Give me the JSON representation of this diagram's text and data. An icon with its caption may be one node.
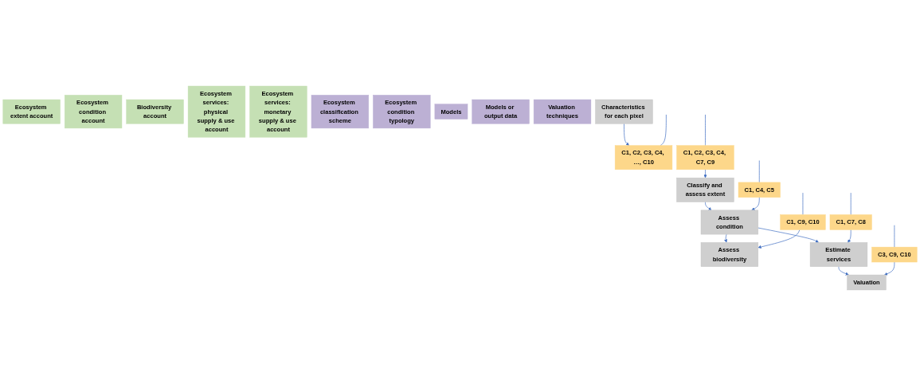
{
  "diagram": {
    "nodes": [
      {
        "text": [
          "Ecosystem extent account"
        ]
      },
      {
        "text": [
          "Ecosystem condition account"
        ]
      },
      {
        "text": [
          "Biodiversity account"
        ]
      },
      {
        "text": [
          "Ecosystem services: physical supply & use account"
        ]
      },
      {
        "text": [
          "Ecosystem services: monetary supply & use account"
        ]
      },
      {
        "text": [
          "Ecosystem classification scheme"
        ]
      },
      {
        "text": [
          "Ecosystem condition typology"
        ]
      },
      {
        "text": [
          "Models"
        ]
      },
      {
        "text": [
          "Models or output data"
        ]
      },
      {
        "text": [
          "Valuation techniques"
        ]
      },
      {
        "text": [
          "Assess biodiversity"
        ]
      },
      {
        "text": [
          "Characteristics for each pixel"
        ]
      },
      {
        "text": [
          "Classify and assess extent"
        ]
      },
      {
        "text": [
          "Assess condition"
        ]
      },
      {
        "text": [
          "Estimate services"
        ]
      },
      {
        "text": [
          "Valuation"
        ]
      },
      {
        "text": [
          "C1, C2, C3, C4, …, C10"
        ]
      },
      {
        "text": [
          "C1, C2, C3, C4, C7, C9"
        ]
      },
      {
        "text": [
          "C1, C4, C5"
        ]
      },
      {
        "text": [
          "C1, C9, C10"
        ]
      },
      {
        "text": [
          "C1, C7, C8"
        ]
      },
      {
        "text": [
          "C3, C9, C10"
        ]
      }
    ],
    "edges": [
      {
        "from": 11,
        "to": 16,
        "arrow": "to"
      },
      {
        "from": 17,
        "to": 12,
        "arrow": "to"
      },
      {
        "from": 12,
        "to": 13,
        "arrow": "to"
      },
      {
        "from": 18,
        "to": 13,
        "arrow": "to"
      },
      {
        "from": 13,
        "to": 10,
        "arrow": "to"
      },
      {
        "from": 13,
        "to": 14,
        "arrow": "to"
      },
      {
        "from": 19,
        "to": 10,
        "arrow": "to"
      },
      {
        "from": 14,
        "to": 15,
        "arrow": "to"
      },
      {
        "from": 20,
        "to": 14,
        "arrow": "to"
      },
      {
        "from": 21,
        "to": 15,
        "arrow": "to"
      },
      {
        "from": null,
        "to": 16,
        "arrow": "none"
      },
      {
        "from": null,
        "to": 17,
        "arrow": "none"
      },
      {
        "from": null,
        "to": 18,
        "arrow": "none"
      },
      {
        "from": null,
        "to": 19,
        "arrow": "none"
      },
      {
        "from": null,
        "to": 20,
        "arrow": "none"
      },
      {
        "from": null,
        "to": 21,
        "arrow": "none"
      }
    ]
  }
}
